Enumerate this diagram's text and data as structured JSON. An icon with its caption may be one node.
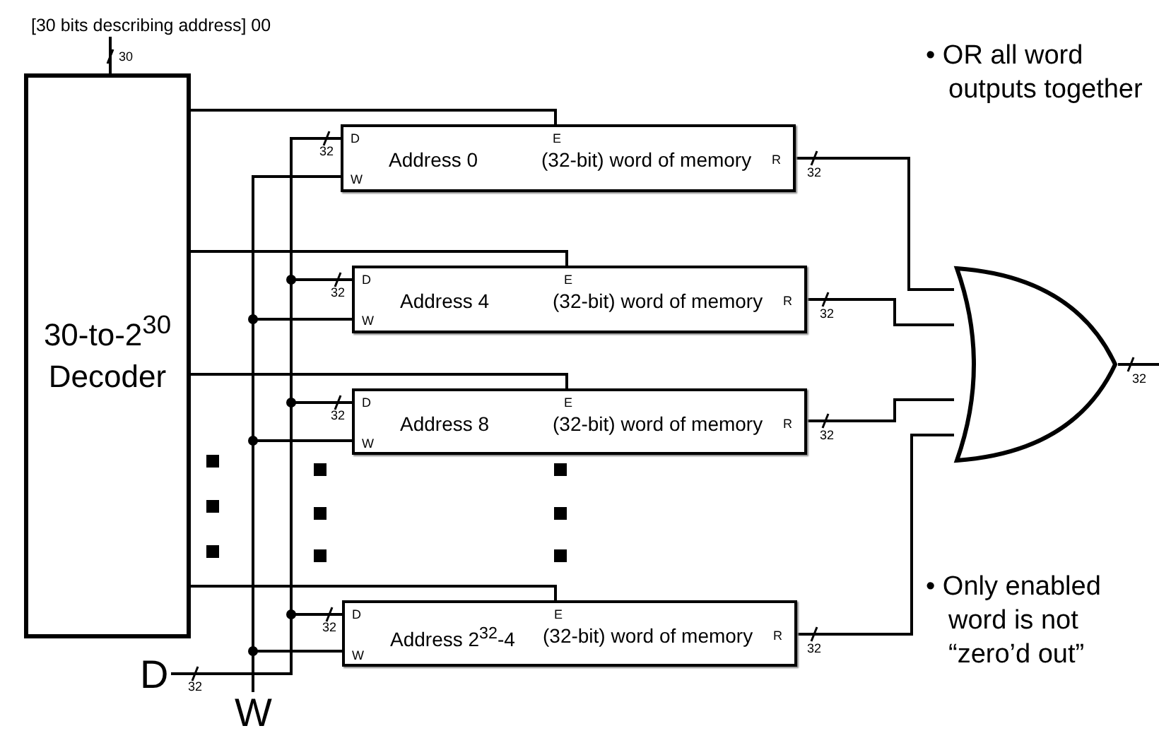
{
  "diagram": {
    "nodes": [
      {
        "text": [
          "30-to-2$^{30}$ Decoder"
        ]
      },
      {
        "text": [
          "D",
          "E",
          "Address 0",
          "(32-bit) word of memory",
          "R",
          "W"
        ]
      },
      {
        "text": [
          "D",
          "E",
          "Address 4",
          "(32-bit) word of memory",
          "R",
          "W"
        ]
      },
      {
        "text": [
          "D",
          "E",
          "Address 8",
          "(32-bit) word of memory",
          "R",
          "W"
        ]
      },
      {
        "text": [
          "D",
          "E",
          "Address 2$^{32}$-4",
          "(32-bit) word of memory",
          "R",
          "W"
        ]
      },
      {
        "text": [],
        "shape": "gate"
      },
      {
        "text": [
          "D"
        ]
      },
      {
        "text": [
          "W"
        ]
      },
      {
        "text": [
          "[30 bits describing address] 00"
        ]
      }
    ],
    "edges": [
      {
        "from": 8,
        "to": 0,
        "arrow": "none",
        "label": "30"
      },
      {
        "from": 0,
        "to": 1,
        "arrow": "none"
      },
      {
        "from": 0,
        "to": 2,
        "arrow": "none"
      },
      {
        "from": 0,
        "to": 3,
        "arrow": "none"
      },
      {
        "from": 0,
        "to": 4,
        "arrow": "none"
      },
      {
        "from": 6,
        "to": 1,
        "arrow": "none",
        "label": "32"
      },
      {
        "from": 6,
        "to": 2,
        "arrow": "none",
        "label": "32"
      },
      {
        "from": 6,
        "to": 3,
        "arrow": "none",
        "label": "32"
      },
      {
        "from": 6,
        "to": 4,
        "arrow": "none",
        "label": "32"
      },
      {
        "from": 7,
        "to": 1,
        "arrow": "none"
      },
      {
        "from": 7,
        "to": 2,
        "arrow": "none"
      },
      {
        "from": 7,
        "to": 3,
        "arrow": "none"
      },
      {
        "from": 7,
        "to": 4,
        "arrow": "none"
      },
      {
        "from": 1,
        "to": 5,
        "arrow": "none",
        "label": "32"
      },
      {
        "from": 2,
        "to": 5,
        "arrow": "none",
        "label": "32"
      },
      {
        "from": 3,
        "to": 5,
        "arrow": "none",
        "label": "32"
      },
      {
        "from": 4,
        "to": 5,
        "arrow": "none",
        "label": "32"
      },
      {
        "from": 5,
        "to": null,
        "arrow": "none",
        "label": "32"
      }
    ],
    "labels": [
      "32",
      "• OR all word outputs together",
      "• Only enabled word is not “zero’d out”"
    ]
  }
}
